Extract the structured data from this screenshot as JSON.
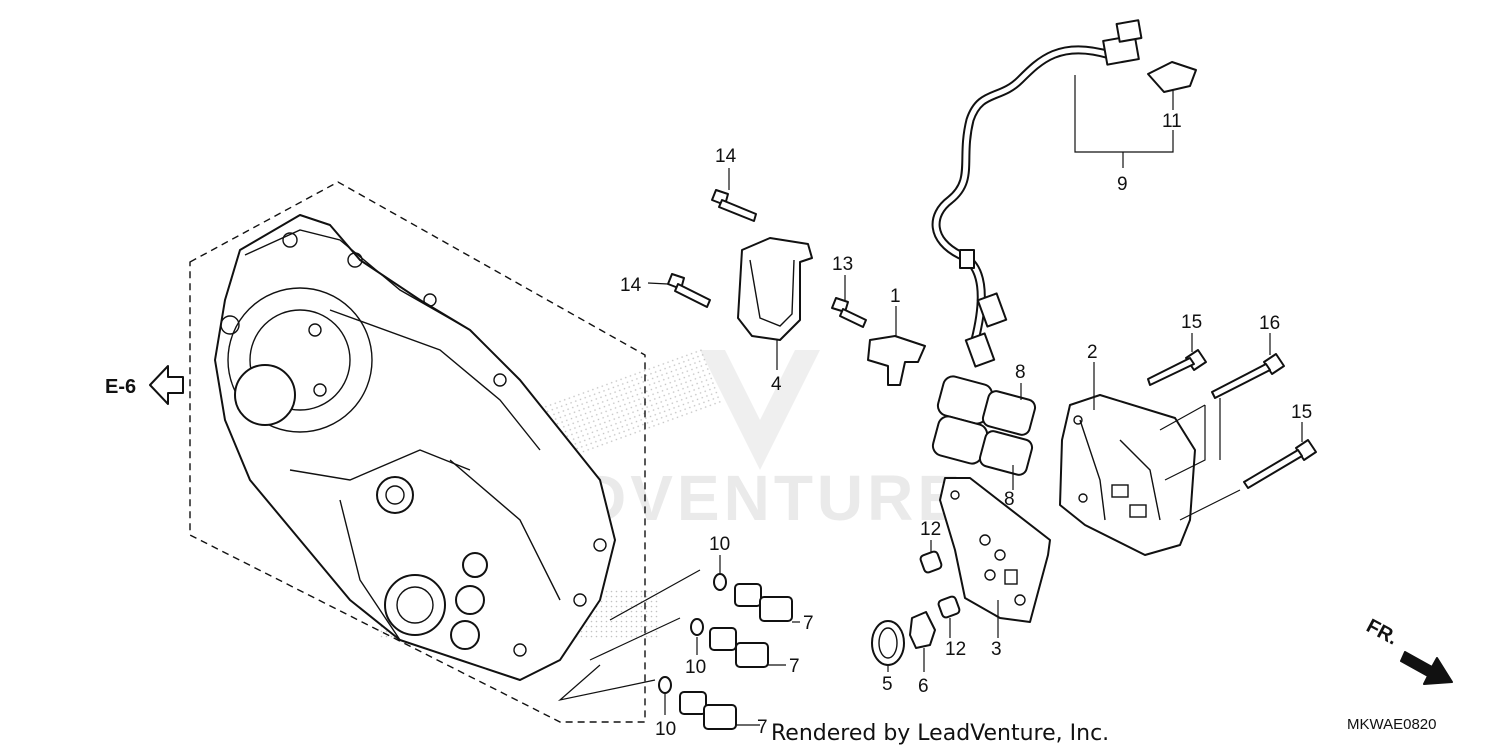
{
  "diagram": {
    "callouts": {
      "c1": "1",
      "c2": "2",
      "c3": "3",
      "c4": "4",
      "c5": "5",
      "c6": "6",
      "c7a": "7",
      "c7b": "7",
      "c7c": "7",
      "c8a": "8",
      "c8b": "8",
      "c9": "9",
      "c10a": "10",
      "c10b": "10",
      "c10c": "10",
      "c11": "11",
      "c12a": "12",
      "c12b": "12",
      "c13": "13",
      "c14a": "14",
      "c14b": "14",
      "c15a": "15",
      "c15b": "15",
      "c16": "16"
    },
    "reference": "E-6",
    "direction": "FR.",
    "credit": "Rendered by LeadVenture, Inc.",
    "diagram_code": "MKWAE0820",
    "watermark": "LEADVENTURE",
    "colors": {
      "line": "#111111",
      "background": "#ffffff",
      "watermark": "#d9d9d9"
    }
  }
}
